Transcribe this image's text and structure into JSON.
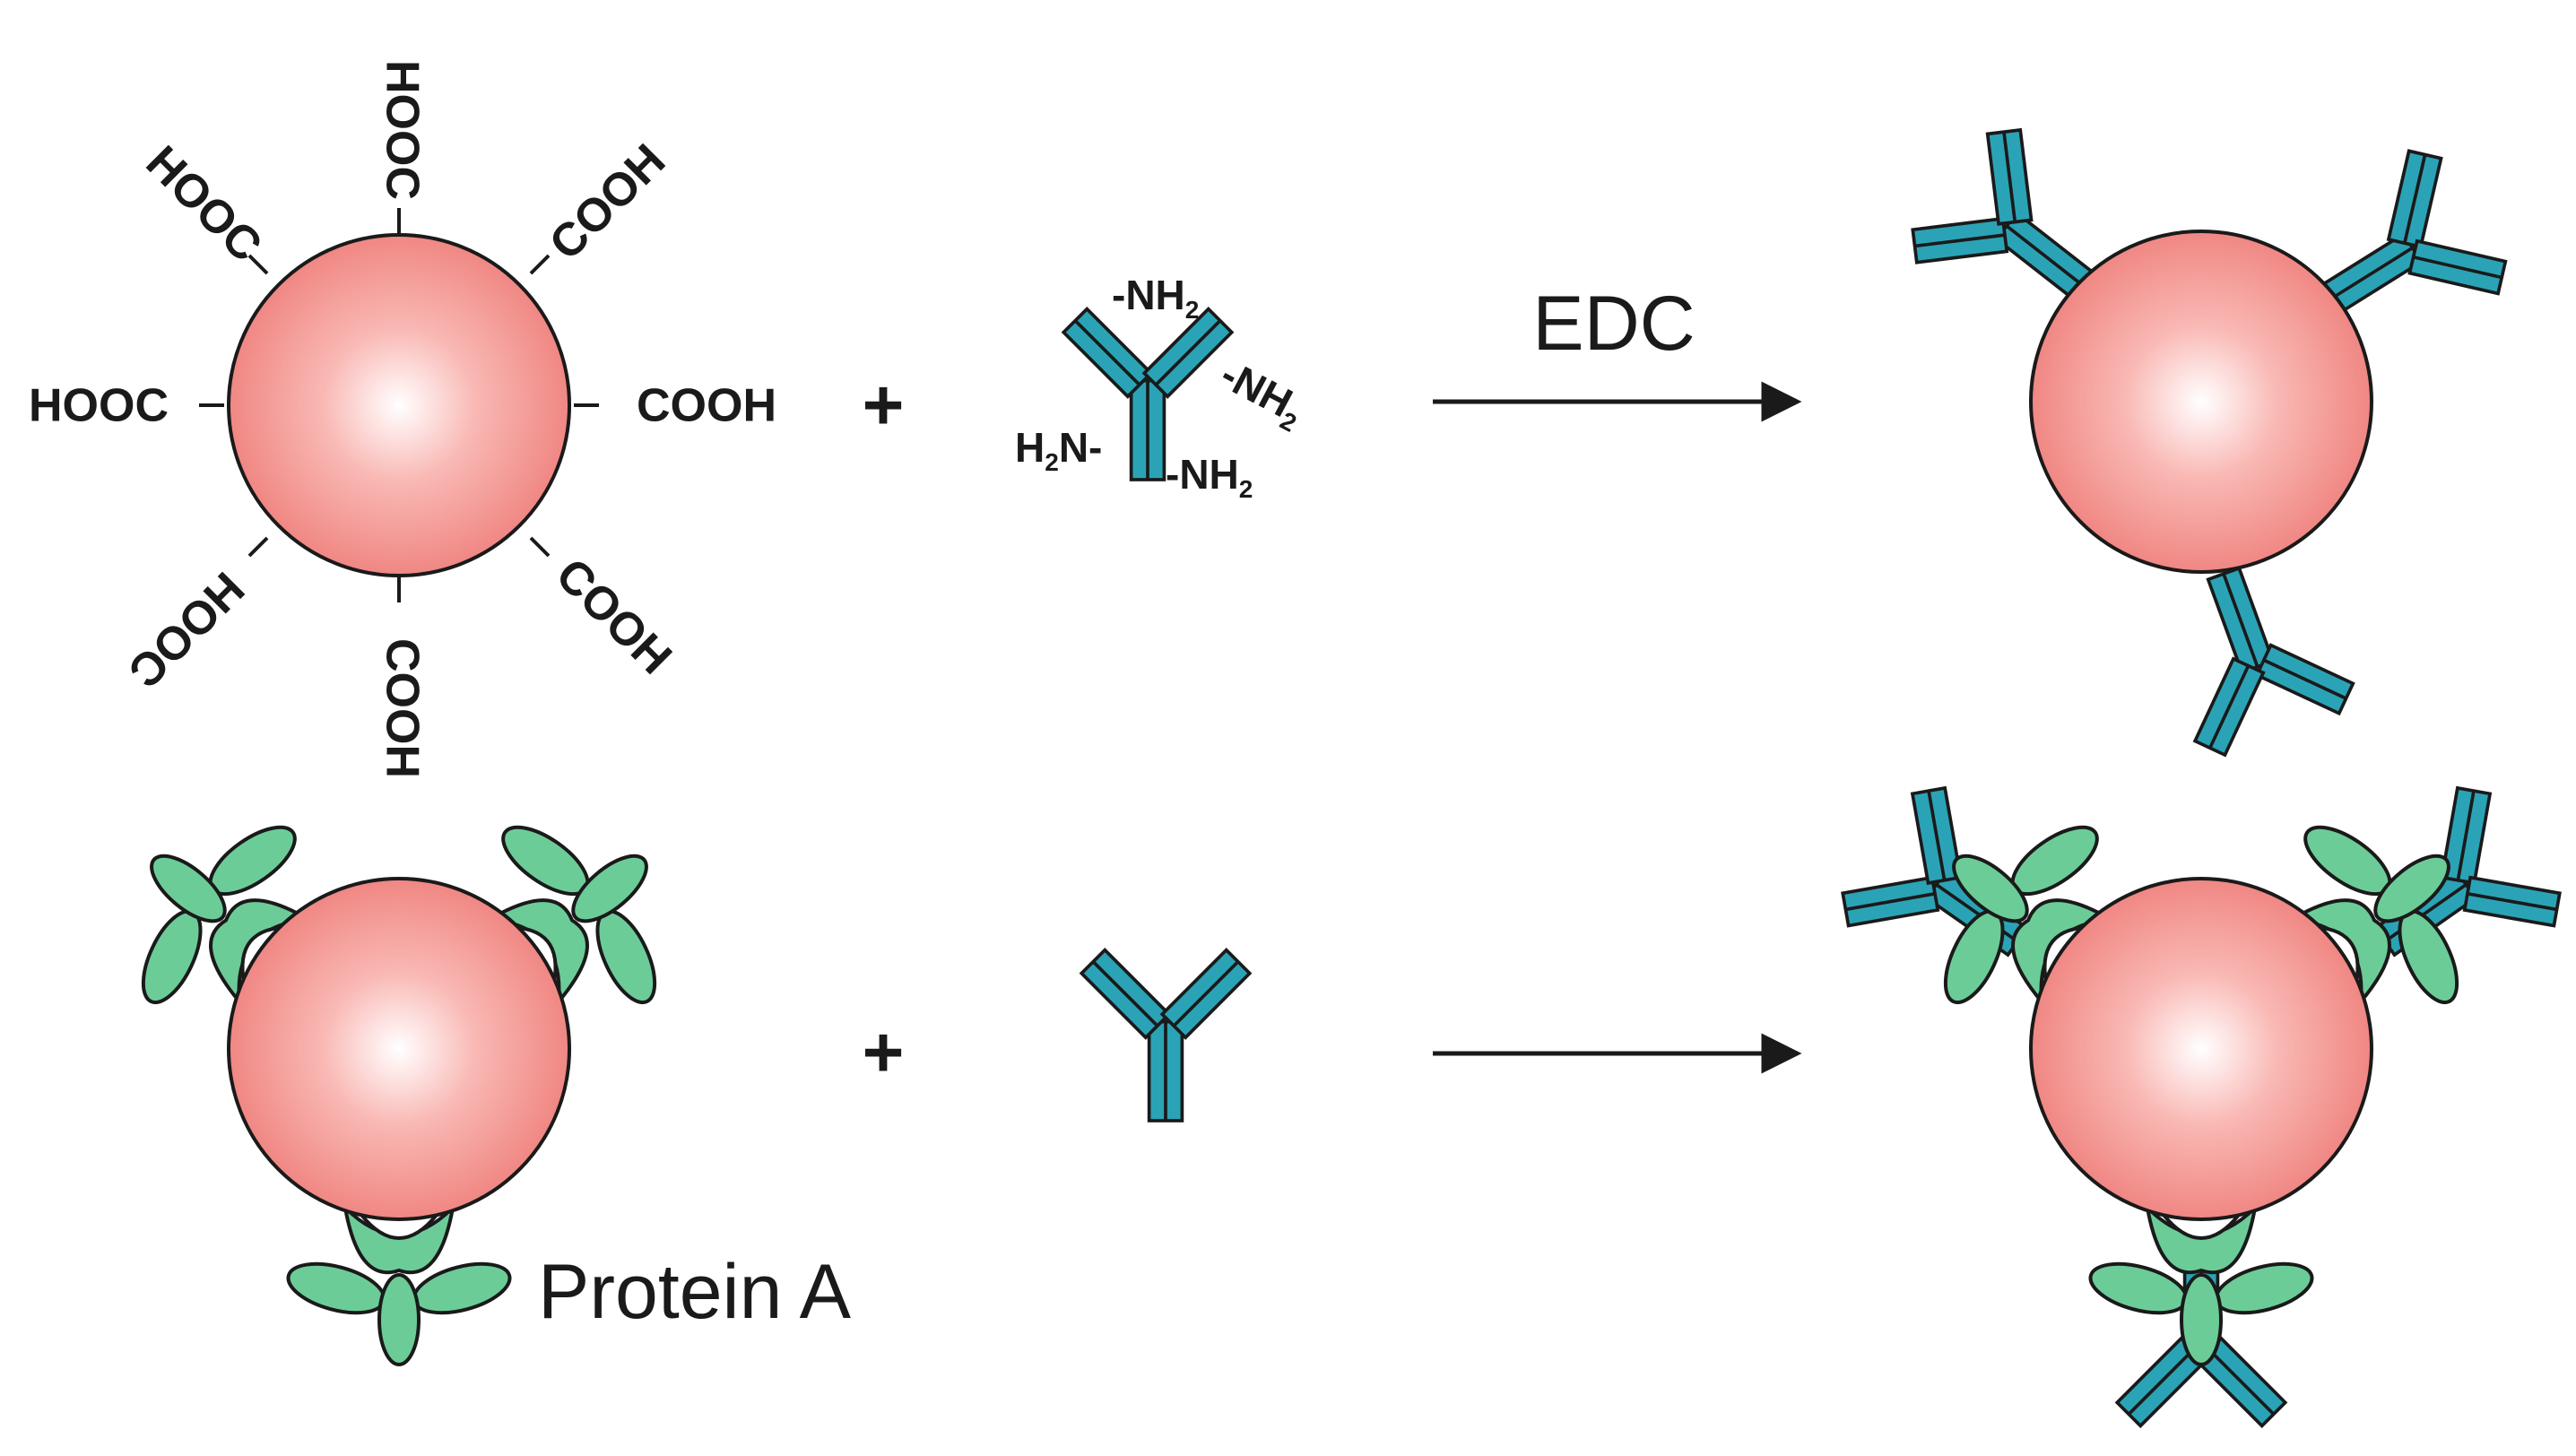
{
  "colors": {
    "sphere_center": "#ffffff",
    "sphere_mid": "#f7a9a5",
    "sphere_edge": "#f08a86",
    "antibody": "#2ba3b6",
    "antibody_light": "#7fd1dc",
    "protein_a": "#6ccc98",
    "outline": "#1a1a1a"
  },
  "icons": {
    "sphere": "bead-sphere",
    "antibody": "antibody-y-shape",
    "protein_a": "protein-a-clover",
    "arrow": "reaction-arrow"
  },
  "top_row": {
    "carboxyl_groups": [
      "HOOC",
      "HOOC",
      "COOH",
      "COOH",
      "COOH",
      "COOH",
      "HOOC",
      "HOOC"
    ],
    "plus": "+",
    "amine_groups": [
      "NH",
      "NH",
      "H",
      "N",
      "NH"
    ],
    "amine_subscript": "2",
    "arrow_label": "EDC"
  },
  "bottom_row": {
    "plus": "+",
    "caption": "Protein A"
  }
}
